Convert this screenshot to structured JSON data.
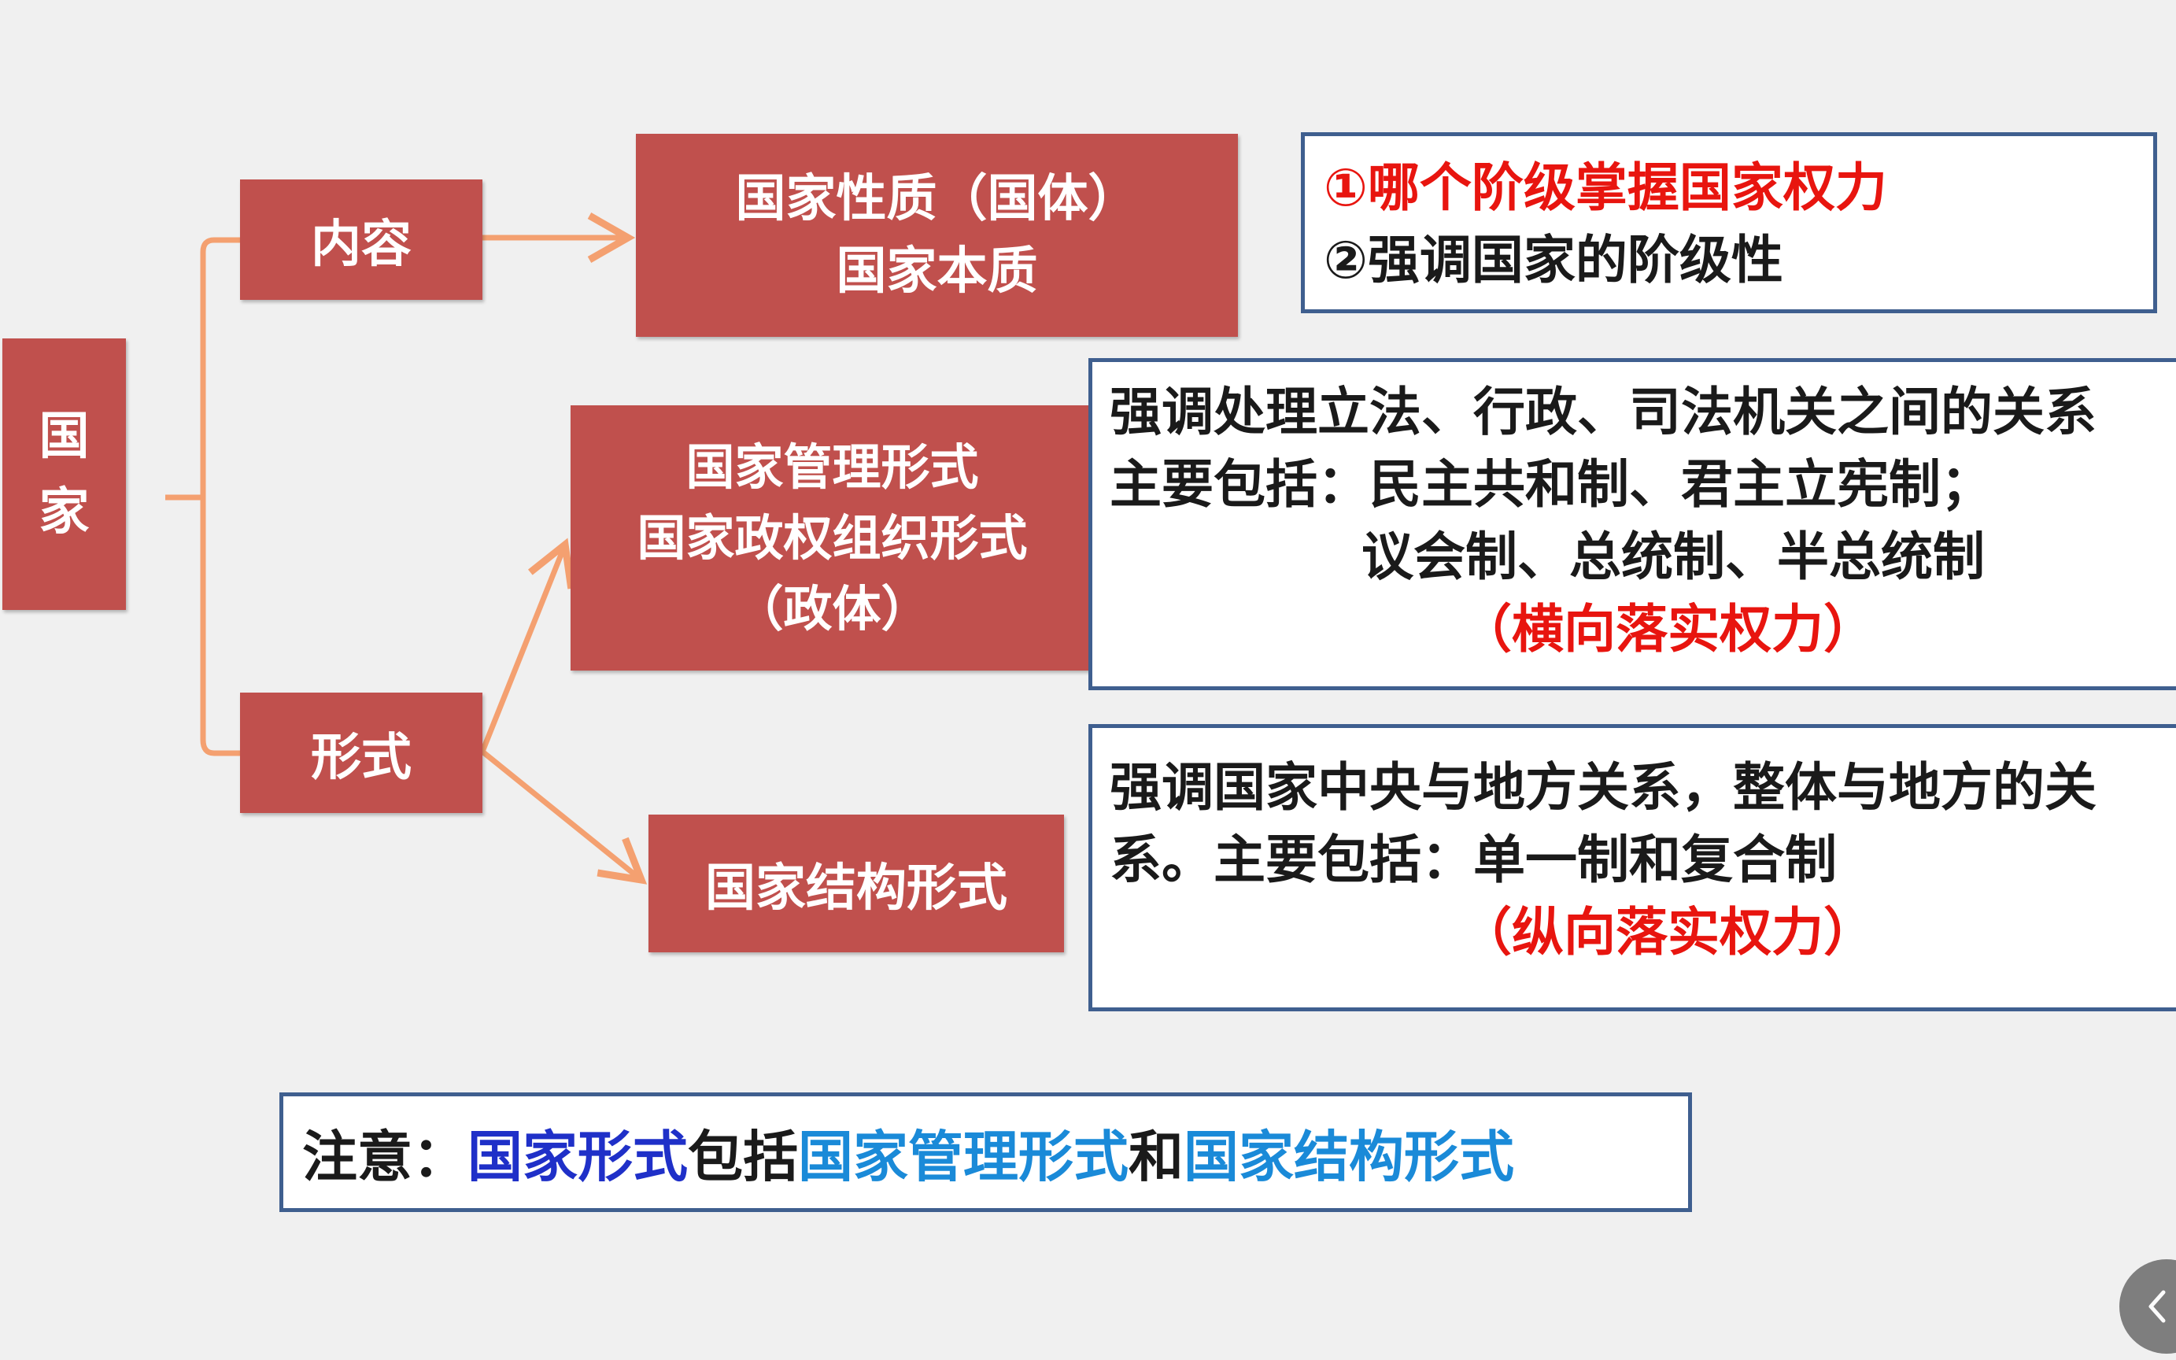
{
  "diagram": {
    "root": {
      "label": "国家"
    },
    "branches": {
      "content": {
        "label": "内容"
      },
      "form": {
        "label": "形式"
      }
    },
    "nodes": {
      "nature": {
        "lines": [
          "国家性质（国体）",
          "国家本质"
        ]
      },
      "government": {
        "lines": [
          "国家管理形式",
          "国家政权组织形式",
          "（政体）"
        ]
      },
      "structure": {
        "label": "国家结构形式"
      }
    },
    "notes": {
      "nature": {
        "lines": [
          "①哪个阶级掌握国家权力",
          "②强调国家的阶级性"
        ]
      },
      "government": {
        "lines": [
          "强调处理立法、行政、司法机关之间的关系",
          "主要包括：民主共和制、君主立宪制；",
          "议会制、总统制、半总统制",
          "（横向落实权力）"
        ]
      },
      "structure": {
        "lines": [
          "强调国家中央与地方关系，整体与地方的关",
          "系。主要包括：单一制和复合制",
          "（纵向落实权力）"
        ]
      }
    },
    "footer": {
      "prefix": "注意：",
      "term_form": "国家形式",
      "connector_1": "包括",
      "term_government": "国家管理形式",
      "connector_2": "和",
      "term_structure": "国家结构形式"
    }
  },
  "colors": {
    "node_fill": "#c0504d",
    "connector": "#f4a070",
    "box_border": "#3f5f8f",
    "highlight_red": "#e8150f",
    "term_blue": "#1f30c8",
    "term_cyan": "#1a8ad8",
    "background": "#f0f0f0"
  },
  "icons": {
    "nav": "chevron-left-icon"
  }
}
